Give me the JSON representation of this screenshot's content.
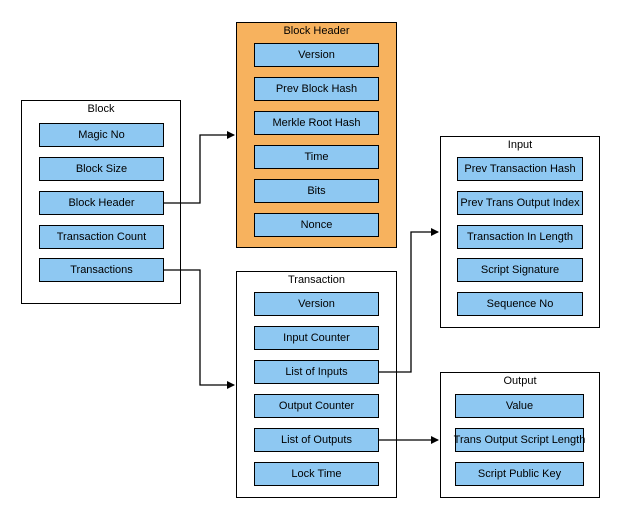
{
  "block": {
    "title": "Block",
    "fields": [
      "Magic No",
      "Block Size",
      "Block Header",
      "Transaction Count",
      "Transactions"
    ]
  },
  "block_header": {
    "title": "Block Header",
    "fields": [
      "Version",
      "Prev Block Hash",
      "Merkle Root Hash",
      "Time",
      "Bits",
      "Nonce"
    ]
  },
  "transaction": {
    "title": "Transaction",
    "fields": [
      "Version",
      "Input Counter",
      "List of Inputs",
      "Output Counter",
      "List of Outputs",
      "Lock Time"
    ]
  },
  "input": {
    "title": "Input",
    "fields": [
      "Prev Transaction Hash",
      "Prev Trans Output Index",
      "Transaction In Length",
      "Script Signature",
      "Sequence No"
    ]
  },
  "output": {
    "title": "Output",
    "fields": [
      "Value",
      "Trans Output Script Length",
      "Script Public Key"
    ]
  },
  "colors": {
    "field_fill": "#8ec8f2",
    "header_fill": "#f7b25e",
    "border": "#000000"
  }
}
